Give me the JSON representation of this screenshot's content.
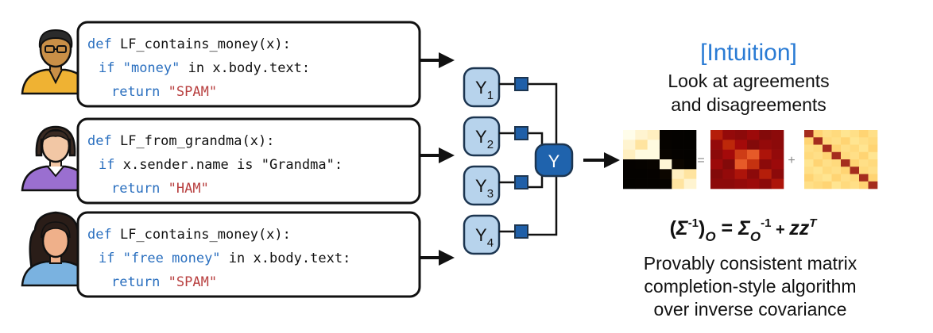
{
  "labeling_functions": [
    {
      "author": "person-1",
      "lines": [
        [
          {
            "t": "def ",
            "c": "kw"
          },
          {
            "t": "LF_contains_money(x):",
            "c": "plain"
          }
        ],
        [
          {
            "t": "if ",
            "c": "kw"
          },
          {
            "t": "\"money\"",
            "c": "str"
          },
          {
            "t": " in x.body.text:",
            "c": "plain"
          }
        ],
        [
          {
            "t": "return ",
            "c": "kw"
          },
          {
            "t": "\"SPAM\"",
            "c": "ret"
          }
        ]
      ]
    },
    {
      "author": "grandma",
      "lines": [
        [
          {
            "t": "def ",
            "c": "kw"
          },
          {
            "t": "LF_from_grandma(x):",
            "c": "plain"
          }
        ],
        [
          {
            "t": "if ",
            "c": "kw"
          },
          {
            "t": "x.sender.name is \"Grandma\":",
            "c": "plain"
          }
        ],
        [
          {
            "t": "return ",
            "c": "kw"
          },
          {
            "t": "\"HAM\"",
            "c": "ret"
          }
        ]
      ]
    },
    {
      "author": "person-3",
      "lines": [
        [
          {
            "t": "def ",
            "c": "kw"
          },
          {
            "t": "LF_contains_money(x):",
            "c": "plain"
          }
        ],
        [
          {
            "t": "if ",
            "c": "kw"
          },
          {
            "t": "\"free money\"",
            "c": "str"
          },
          {
            "t": " in x.body.text:",
            "c": "plain"
          }
        ],
        [
          {
            "t": "return ",
            "c": "kw"
          },
          {
            "t": "\"SPAM\"",
            "c": "ret"
          }
        ]
      ]
    }
  ],
  "label_nodes": [
    {
      "base": "Y",
      "sub": "1"
    },
    {
      "base": "Y",
      "sub": "2"
    },
    {
      "base": "Y",
      "sub": "3"
    },
    {
      "base": "Y",
      "sub": "4"
    }
  ],
  "output_node": {
    "label": "Y"
  },
  "intuition": {
    "heading": "[Intuition]",
    "caption_lines": [
      "Look at agreements",
      "and disagreements"
    ],
    "equals_sign": "=",
    "plus_sign": "+"
  },
  "formula": {
    "lhs_open": "(",
    "lhs_sigma": "Σ",
    "lhs_sup": "-1",
    "lhs_close": ")",
    "lhs_sub": "O",
    "eq": " = ",
    "rhs_sigma": "Σ",
    "rhs_sub": "O",
    "rhs_sup": "-1",
    "plus": " + ",
    "zz": "zz",
    "zz_sup": "T"
  },
  "algorithm_lines": [
    "Provably consistent matrix",
    "completion-style algorithm",
    "over inverse covariance"
  ],
  "colors": {
    "keyword": "#2a6fbf",
    "string": "#2a6fbf",
    "return_value": "#b84040",
    "plain": "#111111",
    "node_fill": "#b7d3ec",
    "node_stroke": "#1c3550",
    "port_fill": "#1f5fa8",
    "output_fill": "#1f63ad",
    "heading": "#2a7bd4",
    "skin_person1": "#c98f47",
    "skin_grandma": "#f2c7a5",
    "skin_person3": "#efb08a",
    "shirt_person1": "#efb233",
    "shirt_grandma": "#9a6fd0",
    "shirt_person3": "#7ab2e0"
  },
  "heatmaps": [
    {
      "size": 6,
      "cells": [
        [
          0.98,
          0.9,
          0.85,
          0.12,
          0.1,
          0.08
        ],
        [
          0.9,
          0.75,
          0.95,
          0.15,
          0.1,
          0.1
        ],
        [
          0.85,
          0.95,
          0.95,
          0.2,
          0.12,
          0.1
        ],
        [
          0.12,
          0.15,
          0.2,
          0.92,
          0.3,
          0.15
        ],
        [
          0.1,
          0.1,
          0.12,
          0.3,
          0.85,
          0.75
        ],
        [
          0.08,
          0.1,
          0.1,
          0.15,
          0.75,
          0.9
        ]
      ]
    },
    {
      "size": 6,
      "cells": [
        [
          0.55,
          0.35,
          0.3,
          0.4,
          0.25,
          0.3
        ],
        [
          0.35,
          0.6,
          0.45,
          0.25,
          0.35,
          0.3
        ],
        [
          0.3,
          0.45,
          0.7,
          0.85,
          0.5,
          0.35
        ],
        [
          0.4,
          0.25,
          0.85,
          0.65,
          0.3,
          0.4
        ],
        [
          0.25,
          0.35,
          0.5,
          0.3,
          0.55,
          0.3
        ],
        [
          0.3,
          0.3,
          0.35,
          0.4,
          0.3,
          0.5
        ]
      ]
    },
    {
      "size": 8,
      "cells": [
        [
          0.95,
          0.3,
          0.2,
          0.25,
          0.15,
          0.2,
          0.3,
          0.2
        ],
        [
          0.3,
          0.95,
          0.25,
          0.2,
          0.3,
          0.15,
          0.2,
          0.25
        ],
        [
          0.2,
          0.25,
          0.95,
          0.3,
          0.2,
          0.25,
          0.15,
          0.3
        ],
        [
          0.25,
          0.2,
          0.3,
          0.95,
          0.25,
          0.2,
          0.3,
          0.15
        ],
        [
          0.15,
          0.3,
          0.2,
          0.25,
          0.95,
          0.3,
          0.2,
          0.25
        ],
        [
          0.2,
          0.15,
          0.25,
          0.2,
          0.3,
          0.95,
          0.25,
          0.2
        ],
        [
          0.3,
          0.2,
          0.15,
          0.3,
          0.2,
          0.25,
          0.95,
          0.3
        ],
        [
          0.2,
          0.25,
          0.3,
          0.15,
          0.25,
          0.2,
          0.3,
          0.95
        ]
      ]
    }
  ]
}
